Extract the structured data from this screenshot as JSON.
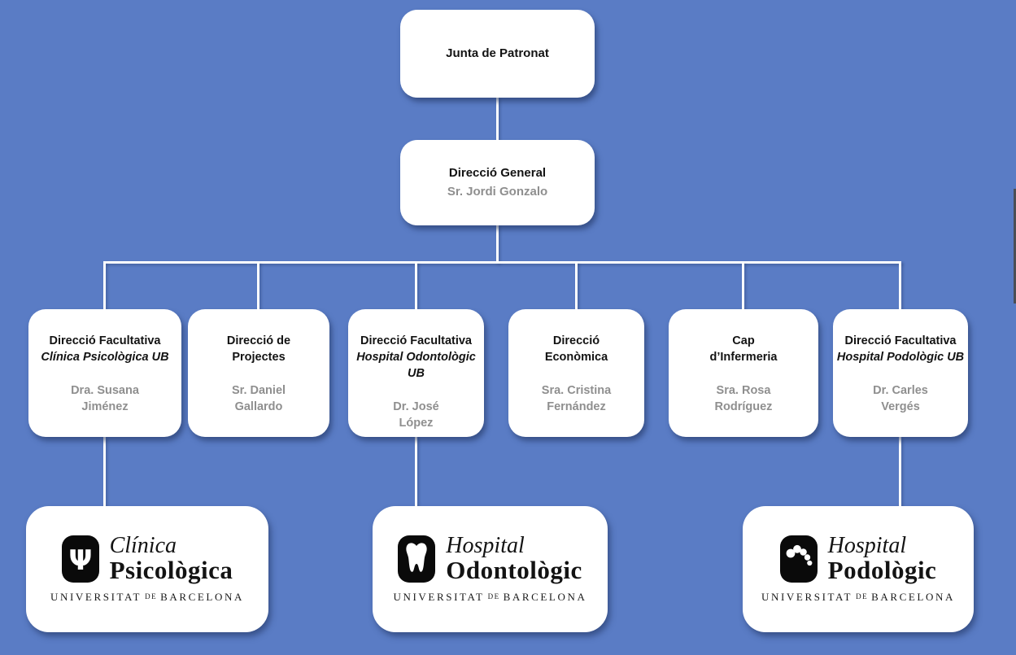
{
  "colors": {
    "background": "#5a7cc5",
    "box_fill": "#ffffff",
    "connector": "#ffffff",
    "title_text": "#131313",
    "name_text": "#8f8f8f",
    "crest_fill": "#0a0a0a"
  },
  "nodes": {
    "junta": {
      "title": "Junta de Patronat"
    },
    "general": {
      "title": "Direcció General",
      "name": "Sr. Jordi Gonzalo"
    },
    "children": [
      {
        "title": "Direcció Facultativa",
        "subtitle": "Clínica Psicològica UB",
        "name": "Dra. Susana\nJiménez"
      },
      {
        "title": "Direcció de\nProjectes",
        "name": "Sr. Daniel\nGallardo"
      },
      {
        "title": "Direcció Facultativa",
        "subtitle": "Hospital Odontològic UB",
        "name": "Dr. José\nLópez"
      },
      {
        "title": "Direcció\nEconòmica",
        "name": "Sra. Cristina\nFernández"
      },
      {
        "title": "Cap\nd’Infermeria",
        "name": "Sra. Rosa\nRodríguez"
      },
      {
        "title": "Direcció Facultativa",
        "subtitle": "Hospital Podològic UB",
        "name": "Dr. Carles\nVergés"
      }
    ]
  },
  "logos": [
    {
      "icon": "psi-crest-icon",
      "line1": "Clínica",
      "line2": "Psicològica",
      "univ1": "UNIVERSITAT",
      "univ2": "DE",
      "univ3": "BARCELONA"
    },
    {
      "icon": "tooth-crest-icon",
      "line1": "Hospital",
      "line2": "Odontològic",
      "univ1": "UNIVERSITAT",
      "univ2": "DE",
      "univ3": "BARCELONA"
    },
    {
      "icon": "footprint-crest-icon",
      "line1": "Hospital",
      "line2": "Podològic",
      "univ1": "UNIVERSITAT",
      "univ2": "DE",
      "univ3": "BARCELONA"
    }
  ]
}
